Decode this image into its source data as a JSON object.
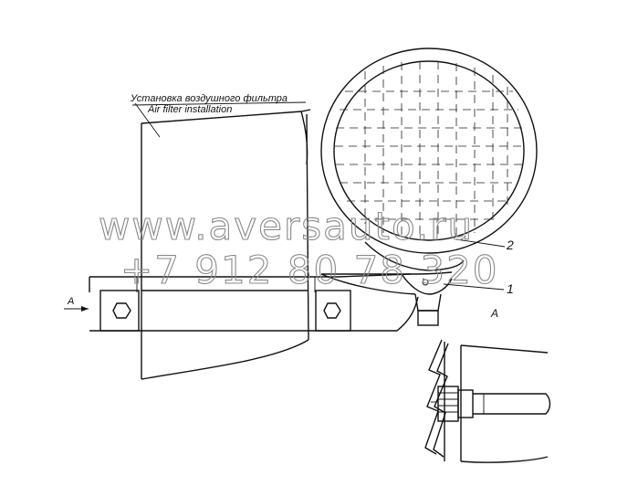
{
  "labels": {
    "title_ru": "Установка воздушного фильтра",
    "title_en": "Air filter installation",
    "callout_1": "1",
    "callout_2": "2",
    "view_arrow": "A",
    "view_label": "A"
  },
  "watermark": {
    "site": "www.aversauto.ru",
    "phone": "+7 912 80 78 320"
  },
  "colors": {
    "line": "#111111",
    "watermark": "#8a8a8a",
    "background": "#ffffff"
  }
}
